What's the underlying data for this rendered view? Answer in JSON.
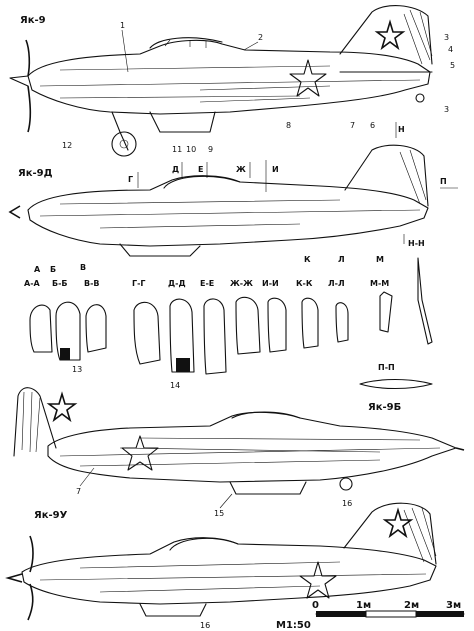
{
  "titles": {
    "yak9": "Як-9",
    "yak9d": "Як-9Д",
    "yak9b": "Як-9Б",
    "yak9u": "Як-9У"
  },
  "callouts": [
    "1",
    "2",
    "3",
    "4",
    "5",
    "3",
    "6",
    "7",
    "8",
    "9",
    "10",
    "11",
    "12",
    "13",
    "14",
    "15",
    "16",
    "16",
    "7"
  ],
  "section_marks_top": [
    "Г",
    "Д",
    "Е",
    "Ж",
    "И",
    "Н",
    "П",
    "Н-Н",
    "К",
    "Л",
    "М"
  ],
  "section_marks_small": [
    "А",
    "Б",
    "В"
  ],
  "section_headers": [
    "А-А",
    "Б-Б",
    "В-В",
    "Г-Г",
    "Д-Д",
    "Е-Е",
    "Ж-Ж",
    "И-И",
    "К-К",
    "Л-Л",
    "М-М",
    "П-П"
  ],
  "scale": {
    "label": "М1:50",
    "ticks": [
      "0",
      "1м",
      "2м",
      "3м"
    ]
  }
}
